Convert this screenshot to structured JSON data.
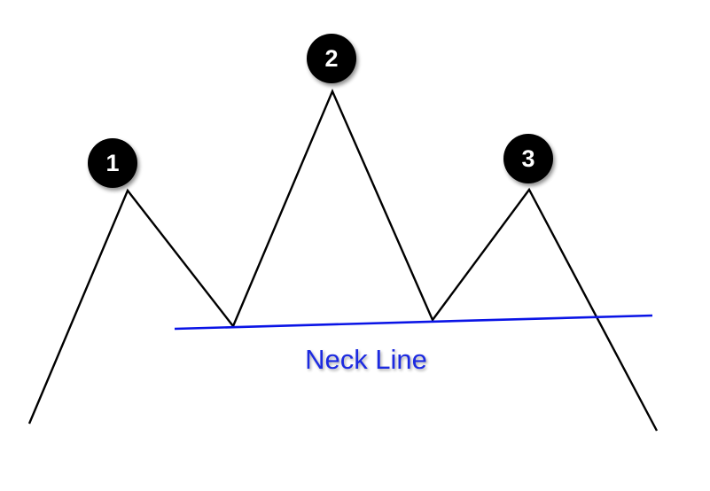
{
  "colors": {
    "price_line": "#000000",
    "neck_line": "#0a14e6",
    "marker_fill": "#050505",
    "marker_text": "#ffffff",
    "label_text": "#1f2be0"
  },
  "peaks": [
    {
      "label": "1"
    },
    {
      "label": "2"
    },
    {
      "label": "3"
    }
  ],
  "neck_line": {
    "label": "Neck Line"
  }
}
